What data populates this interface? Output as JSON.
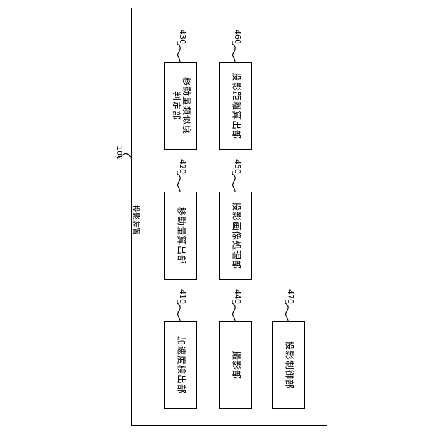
{
  "device": {
    "ref": "100",
    "label": "投影装置"
  },
  "components": [
    {
      "ref": "430",
      "lines": [
        "移動量類似度",
        "判定部"
      ]
    },
    {
      "ref": "460",
      "lines": [
        "投影距離算出部"
      ]
    },
    {
      "ref": "420",
      "lines": [
        "移動量算出部"
      ]
    },
    {
      "ref": "450",
      "lines": [
        "投影画像処理部"
      ]
    },
    {
      "ref": "410",
      "lines": [
        "加速度検出部"
      ]
    },
    {
      "ref": "440",
      "lines": [
        "撮影部"
      ]
    },
    {
      "ref": "470",
      "lines": [
        "投影制御部"
      ]
    }
  ]
}
